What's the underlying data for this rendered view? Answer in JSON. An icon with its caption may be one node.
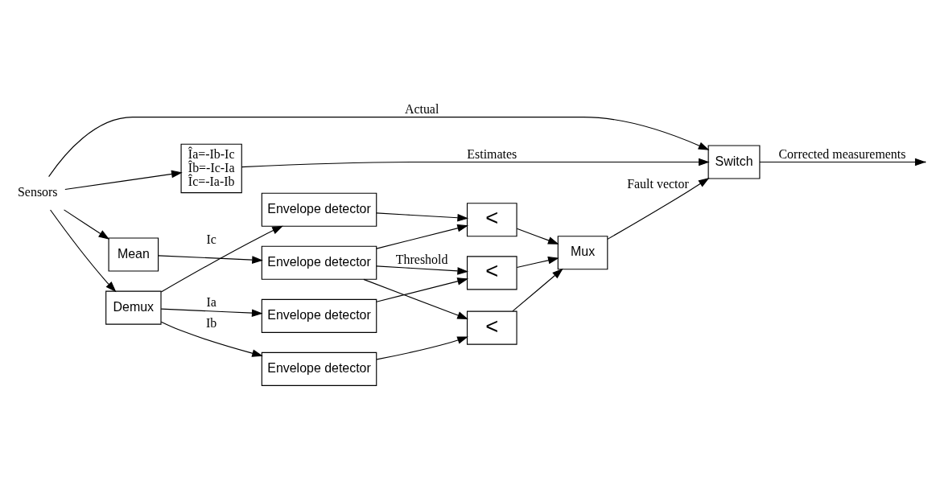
{
  "diagram": {
    "nodes": [
      {
        "text": [
          "Sensors"
        ]
      },
      {
        "text": [
          "Demux"
        ]
      },
      {
        "text": [
          "Mean"
        ]
      },
      {
        "text": [
          "Îa=-Ib-Ic",
          "Îb=-Ic-Ia",
          "Îc=-Ia-Ib"
        ]
      },
      {
        "text": [
          "Envelope detector"
        ]
      },
      {
        "text": [
          "Envelope detector"
        ]
      },
      {
        "text": [
          "Envelope detector"
        ]
      },
      {
        "text": [
          "Envelope detector"
        ]
      },
      {
        "text": [
          "<"
        ]
      },
      {
        "text": [
          "<"
        ]
      },
      {
        "text": [
          "<"
        ]
      },
      {
        "text": [
          "Mux"
        ]
      },
      {
        "text": [
          "Switch"
        ]
      }
    ],
    "edges": [
      {
        "from": 0,
        "to": 12,
        "arrow": "to",
        "label": "Actual"
      },
      {
        "from": 0,
        "to": 3,
        "arrow": "to"
      },
      {
        "from": 0,
        "to": 1,
        "arrow": "to"
      },
      {
        "from": 0,
        "to": 2,
        "arrow": "to"
      },
      {
        "from": 3,
        "to": 12,
        "arrow": "to",
        "label": "Estimates"
      },
      {
        "from": 1,
        "to": 4,
        "arrow": "to",
        "label": "Ia"
      },
      {
        "from": 1,
        "to": 5,
        "arrow": "to",
        "label": "Ib"
      },
      {
        "from": 1,
        "to": 6,
        "arrow": "to",
        "label": "Ic"
      },
      {
        "from": 2,
        "to": 7,
        "arrow": "to"
      },
      {
        "from": 4,
        "to": 8,
        "arrow": "to"
      },
      {
        "from": 5,
        "to": 9,
        "arrow": "to"
      },
      {
        "from": 6,
        "to": 10,
        "arrow": "to"
      },
      {
        "from": 7,
        "to": 8,
        "arrow": "to",
        "label": "Threshold"
      },
      {
        "from": 7,
        "to": 9,
        "arrow": "to"
      },
      {
        "from": 7,
        "to": 10,
        "arrow": "to"
      },
      {
        "from": 8,
        "to": 11,
        "arrow": "to"
      },
      {
        "from": 9,
        "to": 11,
        "arrow": "to"
      },
      {
        "from": 10,
        "to": 11,
        "arrow": "to"
      },
      {
        "from": 11,
        "to": 12,
        "arrow": "to",
        "label": "Fault vector"
      },
      {
        "from": 12,
        "to": null,
        "arrow": "to",
        "label": "Corrected measurements"
      }
    ]
  }
}
